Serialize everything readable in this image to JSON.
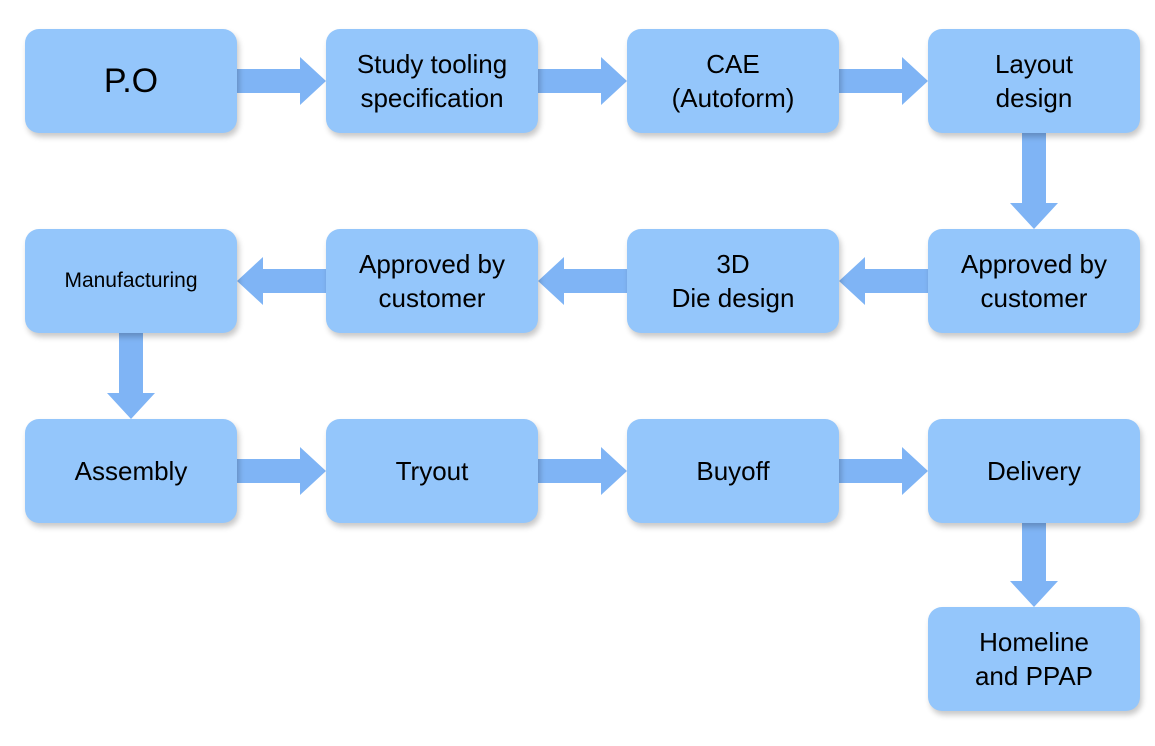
{
  "colors": {
    "box_fill": "#94c6fb",
    "arrow_fill": "#7fb4f5",
    "text": "#000000",
    "background": "#ffffff"
  },
  "steps": {
    "po": {
      "lines": [
        "P.O"
      ]
    },
    "study": {
      "lines": [
        "Study tooling",
        "specification"
      ]
    },
    "cae": {
      "lines": [
        "CAE",
        "(Autoform)"
      ]
    },
    "layout": {
      "lines": [
        "Layout",
        "design"
      ]
    },
    "approved_a": {
      "lines": [
        "Approved by",
        "customer"
      ]
    },
    "die": {
      "lines": [
        "3D",
        "Die design"
      ]
    },
    "approved_b": {
      "lines": [
        "Approved by",
        "customer"
      ]
    },
    "manufacturing": {
      "lines": [
        "Manufacturing"
      ]
    },
    "assembly": {
      "lines": [
        "Assembly"
      ]
    },
    "tryout": {
      "lines": [
        "Tryout"
      ]
    },
    "buyoff": {
      "lines": [
        "Buyoff"
      ]
    },
    "delivery": {
      "lines": [
        "Delivery"
      ]
    },
    "homeline": {
      "lines": [
        "Homeline",
        "and PPAP"
      ]
    }
  },
  "flow": [
    {
      "from": "po",
      "to": "study",
      "direction": "right"
    },
    {
      "from": "study",
      "to": "cae",
      "direction": "right"
    },
    {
      "from": "cae",
      "to": "layout",
      "direction": "right"
    },
    {
      "from": "layout",
      "to": "approved_a",
      "direction": "down"
    },
    {
      "from": "approved_a",
      "to": "die",
      "direction": "left"
    },
    {
      "from": "die",
      "to": "approved_b",
      "direction": "left"
    },
    {
      "from": "approved_b",
      "to": "manufacturing",
      "direction": "left"
    },
    {
      "from": "manufacturing",
      "to": "assembly",
      "direction": "down"
    },
    {
      "from": "assembly",
      "to": "tryout",
      "direction": "right"
    },
    {
      "from": "tryout",
      "to": "buyoff",
      "direction": "right"
    },
    {
      "from": "buyoff",
      "to": "delivery",
      "direction": "right"
    },
    {
      "from": "delivery",
      "to": "homeline",
      "direction": "down"
    }
  ]
}
